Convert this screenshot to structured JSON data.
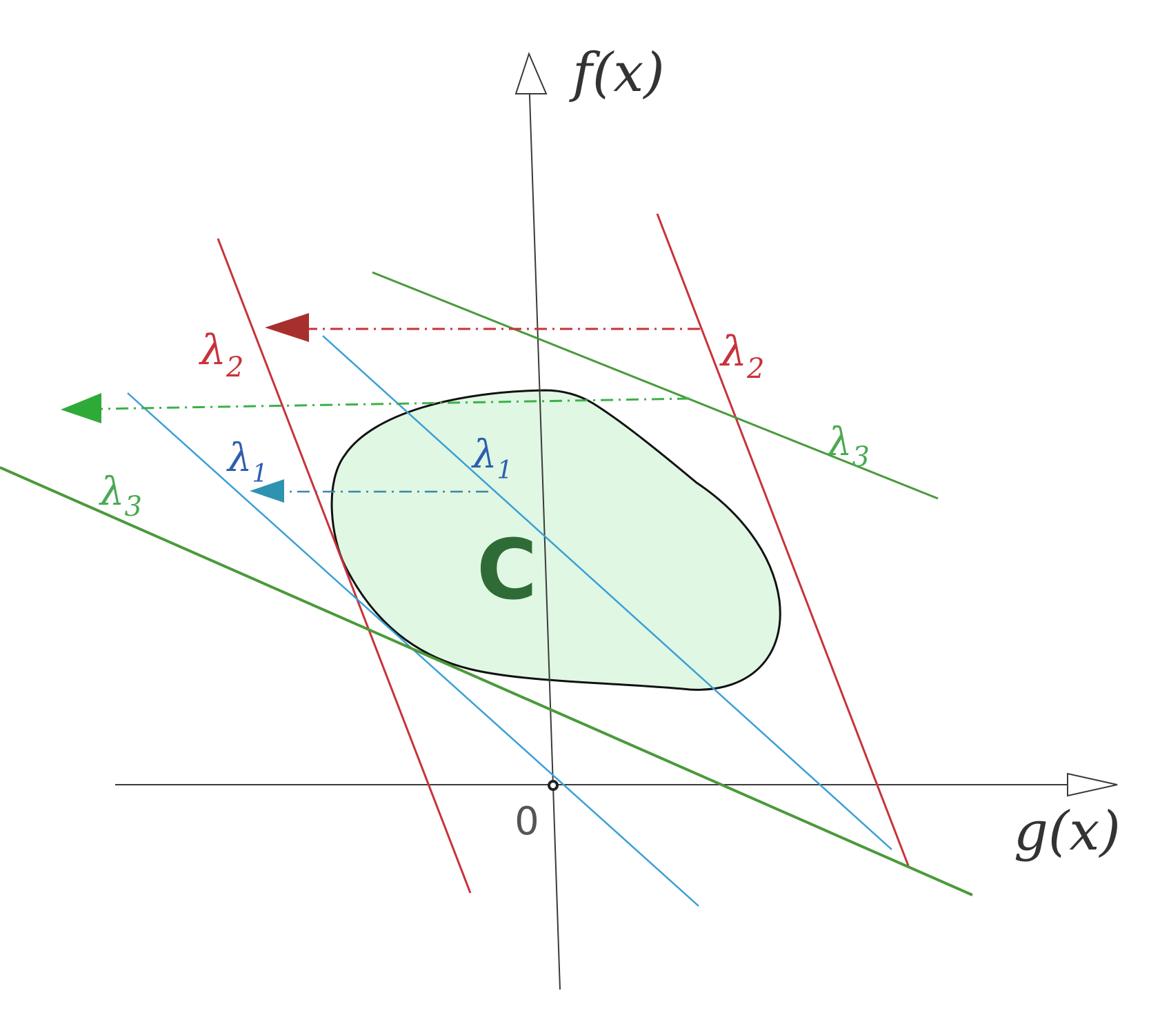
{
  "axes": {
    "y_label": "f(x)",
    "x_label": "g(x)",
    "origin_label": "0"
  },
  "region": {
    "label": "C",
    "fill_color": "#dff7e3",
    "label_color": "#2f6b36"
  },
  "lines": [
    {
      "name": "λ2",
      "symbol": "λ",
      "sub": "2",
      "color": "#c8323a"
    },
    {
      "name": "λ2",
      "symbol": "λ",
      "sub": "2",
      "color": "#c8323a"
    },
    {
      "name": "λ1",
      "symbol": "λ",
      "sub": "1",
      "color": "#3a9fd6"
    },
    {
      "name": "λ1",
      "symbol": "λ",
      "sub": "1",
      "color": "#3a9fd6"
    },
    {
      "name": "λ3",
      "symbol": "λ",
      "sub": "3",
      "color": "#4a9a3a"
    },
    {
      "name": "λ3",
      "symbol": "λ",
      "sub": "3",
      "color": "#4a9a3a"
    }
  ],
  "arrows": [
    {
      "name": "λ2-direction",
      "color": "#a8302c"
    },
    {
      "name": "λ3-direction",
      "color": "#2eaa38"
    },
    {
      "name": "λ1-direction",
      "color": "#2e93b0"
    }
  ]
}
